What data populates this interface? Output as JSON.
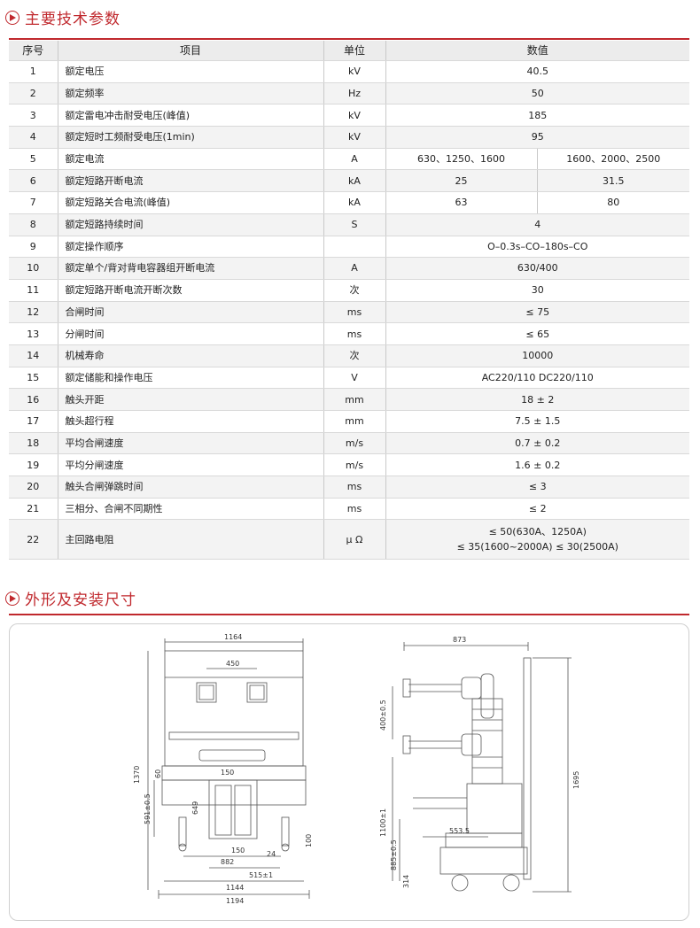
{
  "section1": {
    "title": "主要技术参数"
  },
  "table": {
    "headers": {
      "no": "序号",
      "item": "项目",
      "unit": "单位",
      "value": "数值"
    },
    "rows": [
      {
        "no": "1",
        "item": "额定电压",
        "unit": "kV",
        "value": "40.5"
      },
      {
        "no": "2",
        "item": "额定频率",
        "unit": "Hz",
        "value": "50"
      },
      {
        "no": "3",
        "item": "额定雷电冲击耐受电压(峰值)",
        "unit": "kV",
        "value": "185"
      },
      {
        "no": "4",
        "item": "额定短时工频耐受电压(1min)",
        "unit": "kV",
        "value": "95"
      },
      {
        "no": "5",
        "item": "额定电流",
        "unit": "A",
        "value_a": "630、1250、1600",
        "value_b": "1600、2000、2500"
      },
      {
        "no": "6",
        "item": "额定短路开断电流",
        "unit": "kA",
        "value_a": "25",
        "value_b": "31.5"
      },
      {
        "no": "7",
        "item": "额定短路关合电流(峰值)",
        "unit": "kA",
        "value_a": "63",
        "value_b": "80"
      },
      {
        "no": "8",
        "item": "额定短路持续时间",
        "unit": "S",
        "value": "4"
      },
      {
        "no": "9",
        "item": "额定操作顺序",
        "unit": "",
        "value": "O–0.3s–CO–180s–CO"
      },
      {
        "no": "10",
        "item": "额定单个/背对背电容器组开断电流",
        "unit": "A",
        "value": "630/400"
      },
      {
        "no": "11",
        "item": "额定短路开断电流开断次数",
        "unit": "次",
        "value": "30"
      },
      {
        "no": "12",
        "item": "合闸时间",
        "unit": "ms",
        "value": "≤ 75"
      },
      {
        "no": "13",
        "item": "分闸时间",
        "unit": "ms",
        "value": "≤ 65"
      },
      {
        "no": "14",
        "item": "机械寿命",
        "unit": "次",
        "value": "10000"
      },
      {
        "no": "15",
        "item": "额定储能和操作电压",
        "unit": "V",
        "value": "AC220/110 DC220/110"
      },
      {
        "no": "16",
        "item": "触头开距",
        "unit": "mm",
        "value": "18 ± 2"
      },
      {
        "no": "17",
        "item": "触头超行程",
        "unit": "mm",
        "value": "7.5 ± 1.5"
      },
      {
        "no": "18",
        "item": "平均合闸速度",
        "unit": "m/s",
        "value": "0.7 ± 0.2"
      },
      {
        "no": "19",
        "item": "平均分闸速度",
        "unit": "m/s",
        "value": "1.6 ± 0.2"
      },
      {
        "no": "20",
        "item": "触头合闸弹跳时间",
        "unit": "ms",
        "value": "≤ 3"
      },
      {
        "no": "21",
        "item": "三相分、合闸不同期性",
        "unit": "ms",
        "value": "≤ 2"
      },
      {
        "no": "22",
        "item": "主回路电阻",
        "unit": "μ Ω",
        "value_line1": "≤ 50(630A、1250A)",
        "value_line2": "≤ 35(1600~2000A) ≤ 30(2500A)"
      }
    ]
  },
  "section2": {
    "title": "外形及安装尺寸"
  },
  "drawing": {
    "front": {
      "width_top": "1164",
      "w450": "450",
      "h1370": "1370",
      "h591": "591±0.5",
      "h649": "649",
      "h60": "60",
      "w150a": "150",
      "w150b": "150",
      "w24": "24",
      "w882": "882",
      "w515": "515±1",
      "w1144": "1144",
      "w1194": "1194",
      "h100": "100"
    },
    "side": {
      "w873": "873",
      "h400": "400±0.5",
      "h1100": "1100±1",
      "w553": "553.5",
      "h885": "885±0.5",
      "h314": "314",
      "h1695": "1695"
    }
  }
}
